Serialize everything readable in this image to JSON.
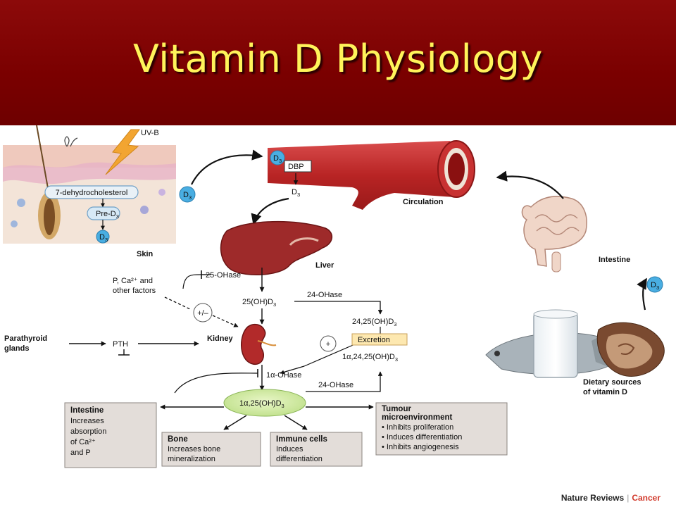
{
  "slide": {
    "title": "Vitamin D Physiology"
  },
  "diagram": {
    "skin": {
      "label": "Skin",
      "uvb": "UV-B",
      "precursor": "7-dehydrocholesterol",
      "pre_d3": "Pre-D",
      "d3": "D"
    },
    "circulation": {
      "label": "Circulation",
      "dbp": "DBP",
      "d3_vessel": "D",
      "d3_below": "D"
    },
    "d3_badge_left": "D",
    "d3_badge_right": "D",
    "liver": {
      "label": "Liver",
      "enzyme": "25-OHase",
      "product": "25(OH)D"
    },
    "factors": {
      "line1": "P, Ca²⁺ and",
      "line2": "other factors",
      "modulator": "+/–"
    },
    "parathyroid": {
      "line1": "Parathyroid",
      "line2": "glands",
      "pth": "PTH"
    },
    "kidney": {
      "label": "Kidney",
      "enzyme": "1α-OHase"
    },
    "catabolism": {
      "enzyme_top": "24-OHase",
      "product": "24,25(OH)D",
      "plus": "+",
      "excretion": "Excretion",
      "product2": "1α,24,25(OH)D",
      "enzyme_bottom": "24-OHase"
    },
    "active": "1α,25(OH)D",
    "intestine_target": {
      "title": "Intestine",
      "lines": [
        "Increases",
        "absorption",
        "of Ca²⁺",
        "and P"
      ]
    },
    "bone": {
      "title": "Bone",
      "lines": [
        "Increases bone",
        "mineralization"
      ]
    },
    "immune": {
      "title": "Immune cells",
      "lines": [
        "Induces",
        "differentiation"
      ]
    },
    "tumour": {
      "title_line1": "Tumour",
      "title_line2": "microenvironment",
      "lines": [
        "• Inhibits proliferation",
        "• Induces differentiation",
        "• Inhibits angiogenesis"
      ]
    },
    "intestine_source": {
      "label": "Intestine"
    },
    "dietary": {
      "line1": "Dietary sources",
      "line2": "of vitamin D"
    }
  },
  "footer": {
    "journal": "Nature Reviews",
    "section": "Cancer"
  }
}
